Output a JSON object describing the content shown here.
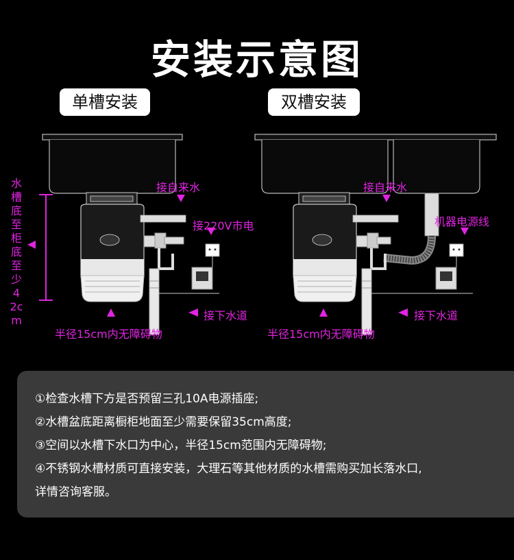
{
  "title": "安装示意图",
  "single": {
    "label": "单槽安装",
    "water_in": "接自来水",
    "power": "接220V市电",
    "drain": "接下水道",
    "clearance": "半径15cm内无障碍物",
    "height_note": "水槽底至柜底至少42cm"
  },
  "double": {
    "label": "双槽安装",
    "water_in": "接自来水",
    "power": "机器电源线",
    "drain": "接下水道",
    "clearance": "半径15cm内无障碍物"
  },
  "notes": [
    "①检查水槽下方是否预留三孔10A电源插座;",
    "②水槽盆底距离橱柜地面至少需要保留35cm高度;",
    "③空间以水槽下水口为中心，半径15cm范围内无障碍物;",
    "④不锈钢水槽材质可直接安装，大理石等其他材质的水槽需购买加长落水口,",
    "详情咨询客服。"
  ],
  "colors": {
    "accent": "#e024e0",
    "background": "#000000",
    "panel": "#3a3a3a"
  }
}
